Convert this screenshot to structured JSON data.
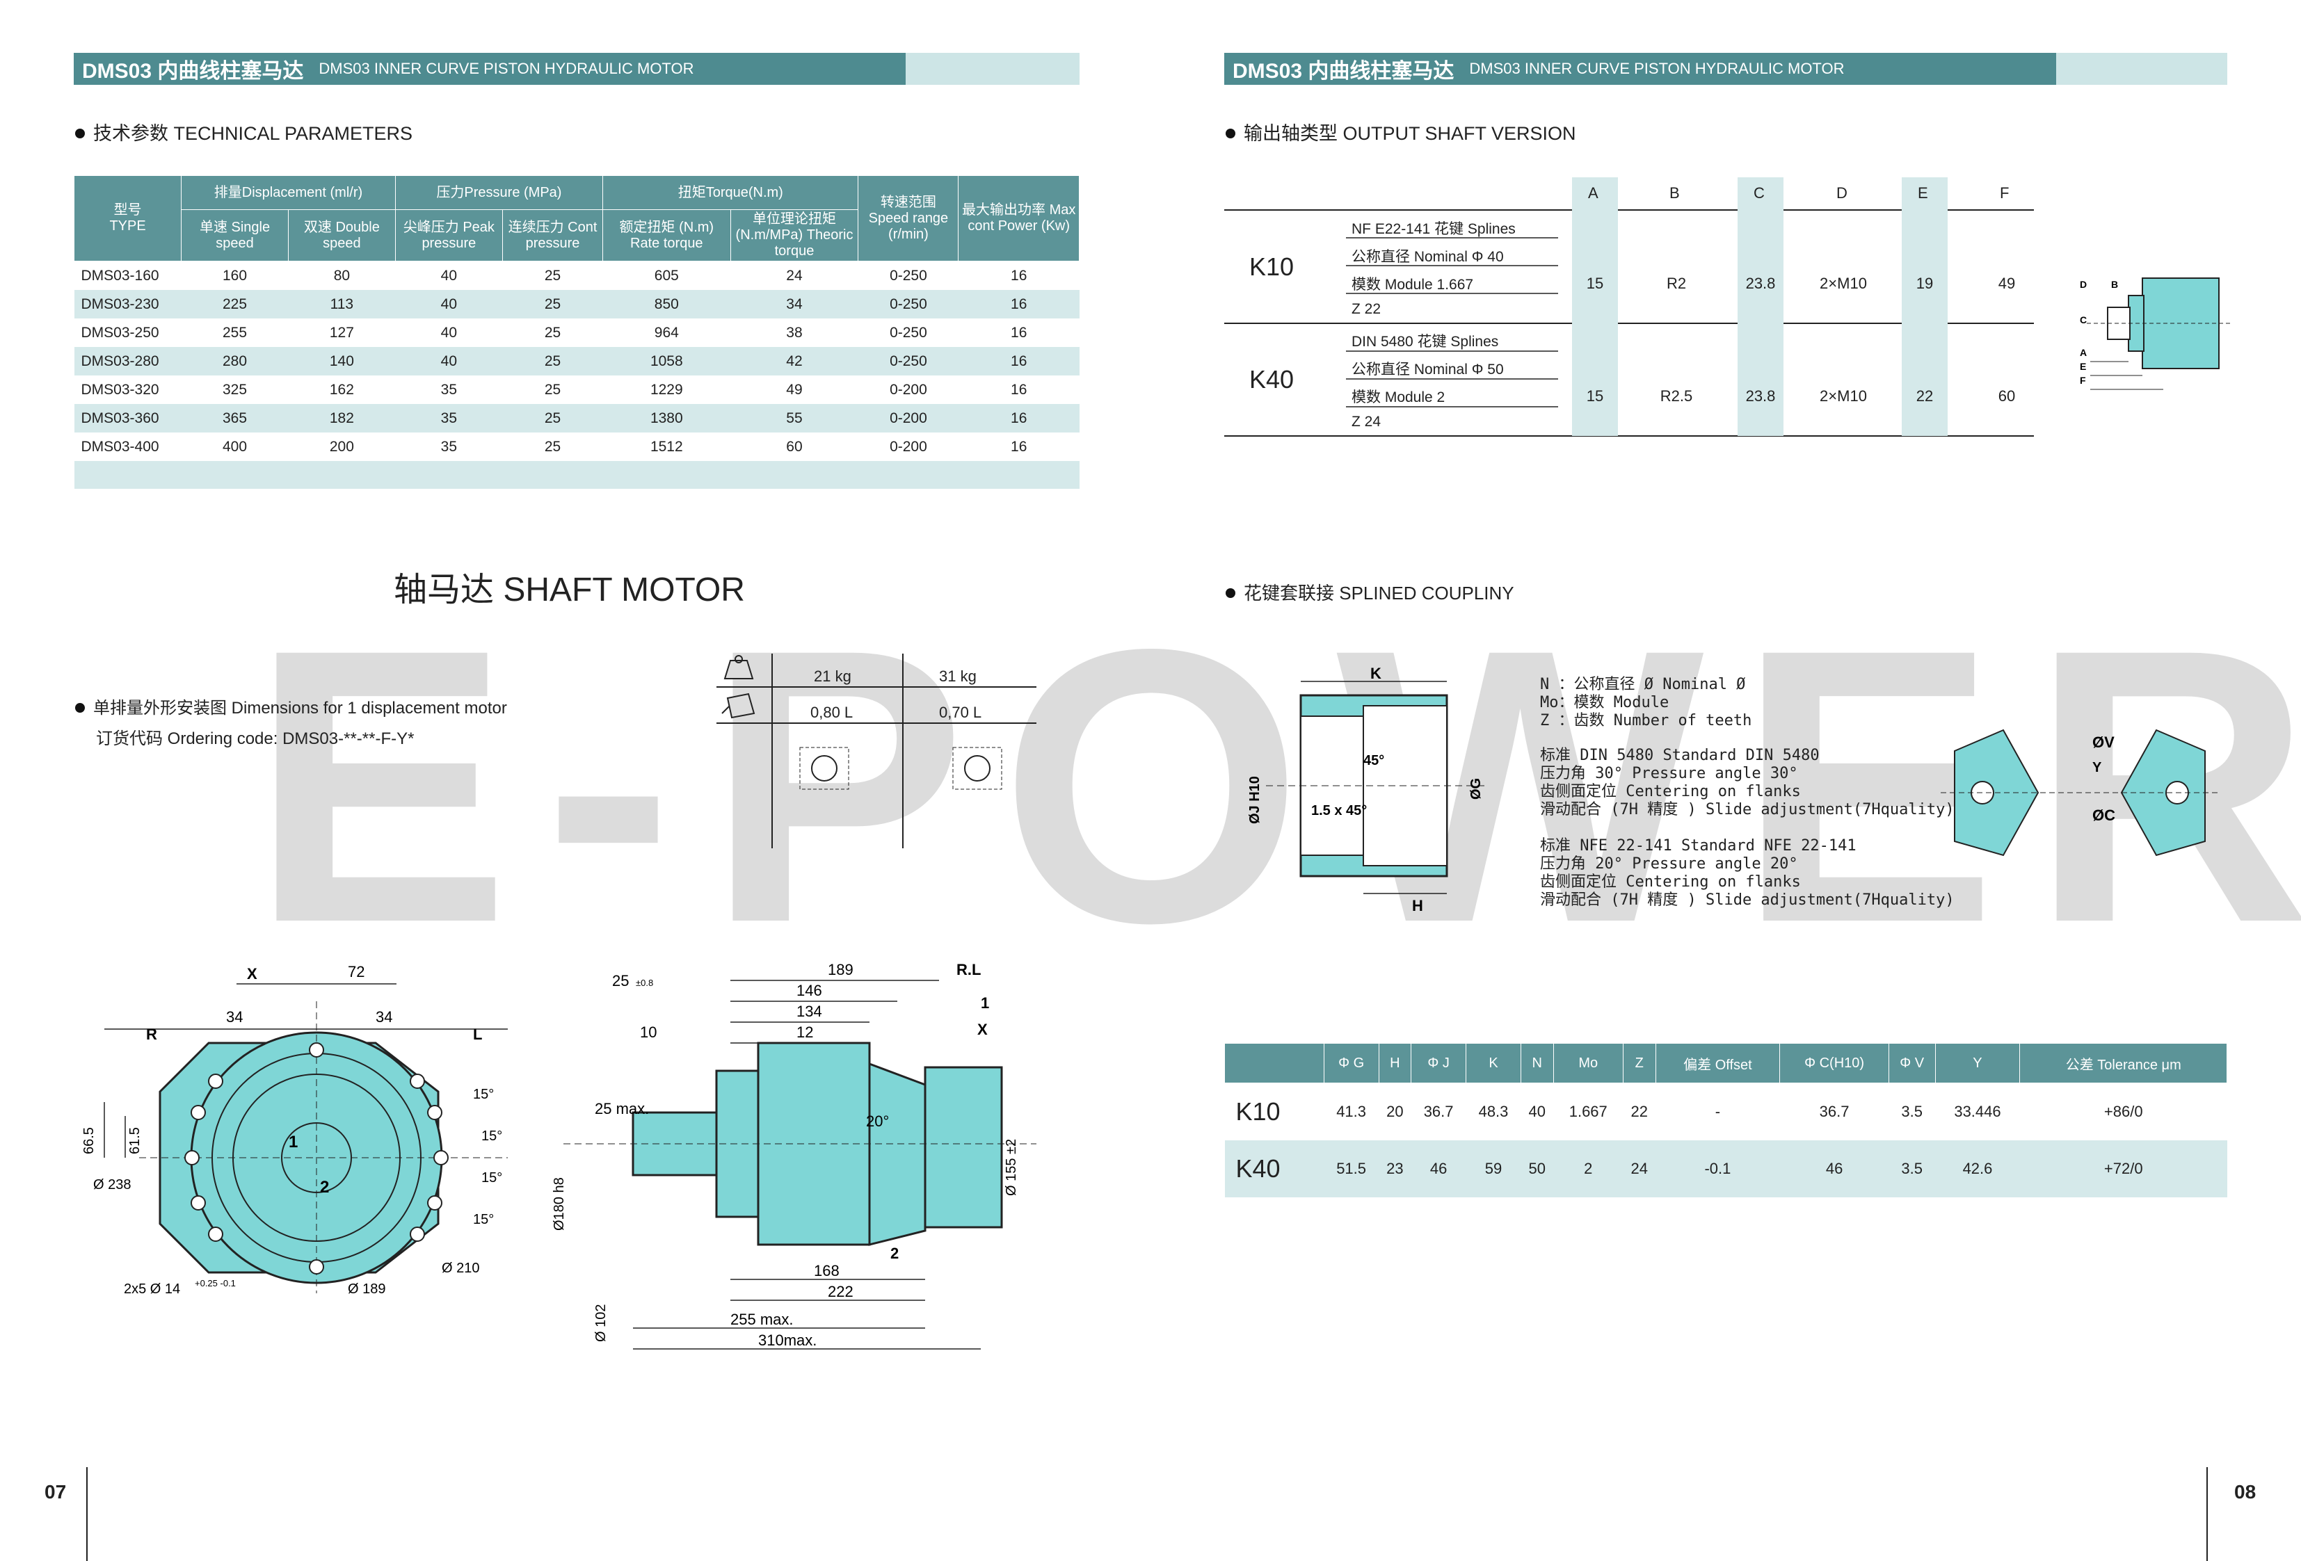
{
  "watermark": "E-POWER",
  "header": {
    "title_cn": "DMS03 内曲线柱塞马达",
    "title_en": "DMS03 INNER CURVE PISTON HYDRAULIC MOTOR"
  },
  "sections": {
    "tech": "技术参数  TECHNICAL PARAMETERS",
    "output_shaft": "输出轴类型 OUTPUT SHAFT VERSION",
    "shaft_motor": "轴马达 SHAFT MOTOR",
    "dimensions": "单排量外形安装图 Dimensions for 1 displacement motor",
    "ordering": "订货代码 Ordering code: DMS03-**-**-F-Y*",
    "coupling": "花键套联接 SPLINED COUPLINY"
  },
  "tech_table": {
    "h_model_cn": "型号",
    "h_model_en": "TYPE",
    "h_disp": "排量Displacement (ml/r)",
    "h_disp_single": "单速 Single speed",
    "h_disp_double": "双速 Double speed",
    "h_press": "压力Pressure (MPa)",
    "h_press_peak": "尖峰压力 Peak pressure",
    "h_press_cont": "连续压力 Cont pressure",
    "h_torque": "扭矩Torque(N.m)",
    "h_torque_rate": "额定扭矩 (N.m) Rate torque",
    "h_torque_theo": "单位理论扭矩 (N.m/MPa) Theoric torque",
    "h_speed": "转速范围 Speed range (r/min)",
    "h_power": "最大输出功率 Max cont Power (Kw)",
    "rows": [
      [
        "DMS03-160",
        "160",
        "80",
        "40",
        "25",
        "605",
        "24",
        "0-250",
        "16"
      ],
      [
        "DMS03-230",
        "225",
        "113",
        "40",
        "25",
        "850",
        "34",
        "0-250",
        "16"
      ],
      [
        "DMS03-250",
        "255",
        "127",
        "40",
        "25",
        "964",
        "38",
        "0-250",
        "16"
      ],
      [
        "DMS03-280",
        "280",
        "140",
        "40",
        "25",
        "1058",
        "42",
        "0-250",
        "16"
      ],
      [
        "DMS03-320",
        "325",
        "162",
        "35",
        "25",
        "1229",
        "49",
        "0-200",
        "16"
      ],
      [
        "DMS03-360",
        "365",
        "182",
        "35",
        "25",
        "1380",
        "55",
        "0-200",
        "16"
      ],
      [
        "DMS03-400",
        "400",
        "200",
        "35",
        "25",
        "1512",
        "60",
        "0-200",
        "16"
      ]
    ]
  },
  "output_table": {
    "cols": [
      "A",
      "B",
      "C",
      "D",
      "E",
      "F"
    ],
    "k10": {
      "name": "K10",
      "spec": [
        "NF E22-141 花键 Splines",
        "公称直径 Nominal Φ 40",
        "模数 Module 1.667",
        "Z 22"
      ],
      "vals": [
        "15",
        "R2",
        "23.8",
        "2×M10",
        "19",
        "49"
      ]
    },
    "k40": {
      "name": "K40",
      "spec": [
        "DIN 5480 花键 Splines",
        "公称直径 Nominal Φ 50",
        "模数 Module 2",
        "Z 24"
      ],
      "vals": [
        "15",
        "R2.5",
        "23.8",
        "2×M10",
        "22",
        "60"
      ]
    }
  },
  "weights": {
    "w1": "21 kg",
    "w2": "31 kg",
    "v1": "0,80 L",
    "v2": "0,70 L"
  },
  "coupling_notes": {
    "n1": "N  ：公称直径 Ø Nominal Ø",
    "n2": "Mo：模数 Module",
    "n3": "Z  ：齿数 Number of teeth",
    "d1": "标准 DIN 5480 Standard DIN 5480",
    "d2": "压力角 30°  Pressure angle 30°",
    "d3": "齿侧面定位  Centering on flanks",
    "d4": "滑动配合 (7H 精度 ) Slide adjustment(7Hquality)",
    "f1": "标准 NFE 22-141  Standard NFE 22-141",
    "f2": "压力角 20°  Pressure angle 20°",
    "f3": "齿侧面定位  Centering on flanks",
    "f4": "滑动配合 (7H 精度 ) Slide adjustment(7Hquality)"
  },
  "spline_table": {
    "head": [
      "",
      "Φ G",
      "H",
      "Φ J",
      "K",
      "N",
      "Mo",
      "Z",
      "偏差 Offset",
      "Φ C(H10)",
      "Φ V",
      "Y",
      "公差 Tolerance μm"
    ],
    "rows": [
      [
        "K10",
        "41.3",
        "20",
        "36.7",
        "48.3",
        "40",
        "1.667",
        "22",
        "-",
        "36.7",
        "3.5",
        "33.446",
        "+86/0"
      ],
      [
        "K40",
        "51.5",
        "23",
        "46",
        "59",
        "50",
        "2",
        "24",
        "-0.1",
        "46",
        "3.5",
        "42.6",
        "+72/0"
      ]
    ]
  },
  "drawing_labels": {
    "x": "X",
    "r": "R",
    "l": "L",
    "d72": "72",
    "d34a": "34",
    "d34b": "34",
    "d665": "66.5",
    "d615": "61.5",
    "d238": "Ø 238",
    "d210": "Ø 210",
    "d189": "Ø 189",
    "holes": "2x5 Ø 14",
    "tol": "+0.25 -0.1",
    "a15": "15°",
    "n1": "1",
    "n2": "2",
    "s189": "189",
    "s146": "146",
    "s134": "134",
    "s12": "12",
    "s10": "10",
    "s25": "25",
    "s25tol": "±0.8",
    "s25max": "25 max.",
    "rl": "R.L",
    "s1": "1",
    "sx": "X",
    "s20": "20°",
    "s2": "2",
    "s168": "168",
    "s222": "222",
    "s255": "255 max.",
    "s310": "310max.",
    "d180": "Ø180 h8",
    "d102": "Ø 102",
    "d155": "Ø 155 ±2",
    "ck": "K",
    "ch": "H",
    "cj": "ØJ H10",
    "cg": "ØG",
    "c45": "45°",
    "c15": "1.5 x 45°",
    "cv": "ØV",
    "cc": "ØC",
    "cy": "Y",
    "od": "D",
    "ob": "B",
    "oc": "C",
    "oa": "A",
    "oe": "E",
    "of": "F"
  },
  "pages": {
    "left": "07",
    "right": "08"
  }
}
